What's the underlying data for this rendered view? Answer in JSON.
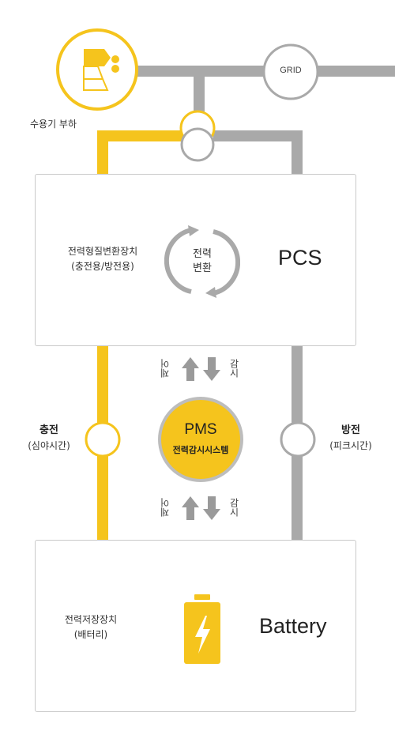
{
  "load": {
    "label": "수용기 부하",
    "icon": "factory-icon"
  },
  "grid": {
    "label": "GRID"
  },
  "pcs": {
    "desc_line1": "전력형질변환장치",
    "desc_line2": "(충전용/방전용)",
    "cycle_line1": "전력",
    "cycle_line2": "변환",
    "name": "PCS"
  },
  "pms": {
    "title": "PMS",
    "subtitle": "전력감시시스템"
  },
  "control_label": "제어",
  "monitor_label": "감시",
  "charge": {
    "title": "충전",
    "sub": "(심야시간)"
  },
  "discharge": {
    "title": "방전",
    "sub": "(피크시간)"
  },
  "battery": {
    "desc_line1": "전력저장장치",
    "desc_line2": "(배터리)",
    "name": "Battery",
    "icon": "battery-charging-icon"
  },
  "colors": {
    "yellow": "#f5c41d",
    "gray": "#a9a9a9",
    "border": "#c9c9c9"
  }
}
